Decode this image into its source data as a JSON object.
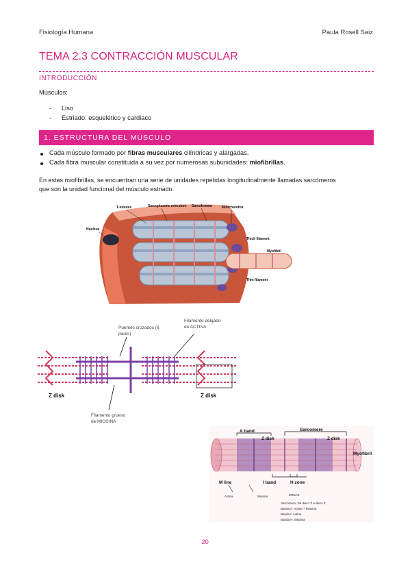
{
  "header": {
    "left": "Fisiología Humana",
    "right": "Paula Rosell Saiz"
  },
  "title": "TEMA 2.3 CONTRACCIÓN MUSCULAR",
  "intro": {
    "heading": "INTRODUCCIÓN",
    "lead": "Músculos:",
    "items": [
      "Liso",
      "Estriado: esquelético y cardiaco"
    ]
  },
  "section1": {
    "heading": "1. ESTRUCTURA DEL MÚSCULO",
    "bullet1": {
      "pre": "Cada músculo formado por ",
      "bold": "fibras musculares",
      "post": " cilíndricas y alargadas."
    },
    "bullet2": {
      "pre": "Cada fibra muscular constituida a su vez por numerosas subunidades: ",
      "bold": "miofibrillas",
      "post": "."
    },
    "para_line1": "En estas miofibrillas, se encuentran una serie de unidades repetidas longitudinalmente llamadas sarcómeros",
    "para_line2": "que son la unidad funcional del músculo estriado."
  },
  "figure1": {
    "labels": [
      "T-tubules",
      "Sarcoplasmic reticulum",
      "Sarcolemma",
      "Mitochondria",
      "Nucleus",
      "Thick filament",
      "Myofibril",
      "Thin filament"
    ]
  },
  "figure2": {
    "label_cross_1": "Puentes cruzados (6",
    "label_cross_2": "pares)",
    "label_thin_1": "Filamento delgado",
    "label_thin_2": "de ACTINA",
    "label_thick_1": "Filamento grueso",
    "label_thick_2": "de MIOSINA",
    "zdisk_left": "Z disk",
    "zdisk_right": "Z disk"
  },
  "figure3": {
    "a_band": "A band",
    "z_disk_1": "Z disk",
    "sarcomere": "Sarcomere",
    "z_disk_2": "Z disk",
    "myofibril": "Myofibril",
    "m_line": "M line",
    "i_band": "I band",
    "h_zone": "H zone",
    "zonas": "ZONAS",
    "actina": "Actina",
    "miosina": "Miosina",
    "def1": "Sarcómero: De disco Z a disco Z",
    "def2": "Banda A: Actina + Miosina",
    "def3": "Banda I: Actina",
    "def4": "Banda H: Miosina"
  },
  "colors": {
    "accent": "#e0258a",
    "title": "#d6247d",
    "actin": "#d2385c",
    "myosin": "#7b3fa6"
  },
  "page_number": "20"
}
